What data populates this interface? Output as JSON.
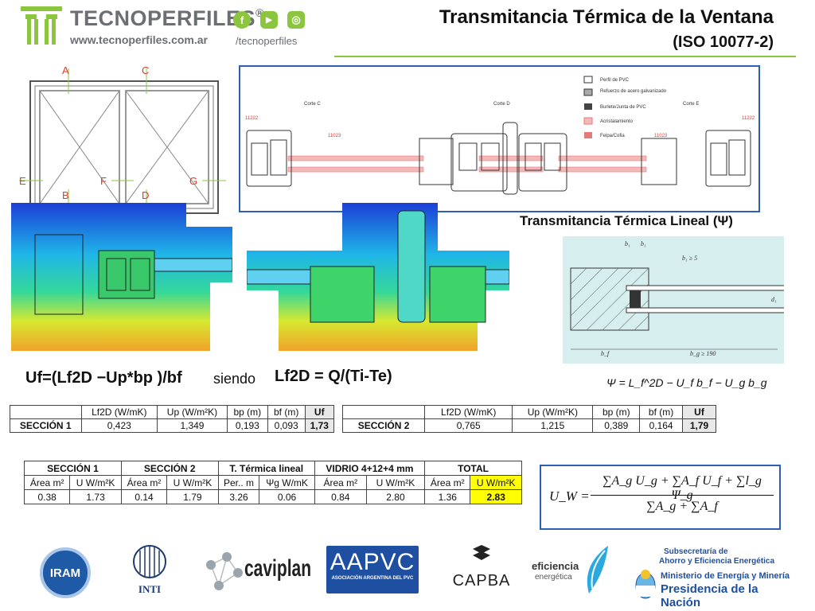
{
  "header": {
    "brand_name": "TECNOPERFILES",
    "reg_mark": "®",
    "website": "www.tecnoperfiles.com.ar",
    "social_handle": "/tecnoperfiles",
    "social_icons": [
      "facebook-icon",
      "youtube-icon",
      "instagram-icon"
    ],
    "social_glyphs": [
      "f",
      "▶",
      "◎"
    ],
    "title_line1": "Transmitancia Térmica de la Ventana",
    "title_line2": "(ISO 10077-2)",
    "accent_color": "#8cc63f"
  },
  "window_drawing": {
    "labels": [
      "A",
      "C",
      "E",
      "F",
      "G",
      "B",
      "D"
    ]
  },
  "section_drawing": {
    "cuts": [
      "Corte C",
      "Corte D",
      "Corte E"
    ],
    "codes": [
      "11222",
      "11023",
      "11023",
      "11222"
    ],
    "legend": [
      "Perfil de PVC",
      "Refuerzo de acero galvanizado",
      "Burlete/Junta de PVC",
      "Acristalamiento",
      "Felpa/Cofia"
    ]
  },
  "linear": {
    "title": "Transmitancia Térmica Lineal (Ψ)",
    "dims": [
      "b₁",
      "b₁",
      "b₁ ≥ 5",
      "d₁",
      "b_f",
      "b_g ≥ 190"
    ],
    "psi_equation": "Ψ = L_f^2D − U_f b_f − U_g b_g"
  },
  "formula": {
    "uf_formula": "Uf=(Lf2D −Up*bp )/bf",
    "siendo": "siendo",
    "l_formula": "Lf2D = Q/(Ti-Te)"
  },
  "table1": {
    "headers": [
      "",
      "Lf2D (W/mK)",
      "Up (W/m²K)",
      "bp (m)",
      "bf (m)",
      "Uf"
    ],
    "row": [
      "SECCIÓN 1",
      "0,423",
      "1,349",
      "0,193",
      "0,093",
      "1,73"
    ]
  },
  "table2": {
    "headers": [
      "",
      "Lf2D (W/mK)",
      "Up (W/m²K)",
      "bp (m)",
      "bf (m)",
      "Uf"
    ],
    "row": [
      "SECCIÓN 2",
      "0,765",
      "1,215",
      "0,389",
      "0,164",
      "1,79"
    ]
  },
  "table3": {
    "groups": [
      "SECCIÓN 1",
      "SECCIÓN 2",
      "T. Térmica lineal",
      "VIDRIO 4+12+4 mm",
      "TOTAL"
    ],
    "subheaders": [
      "Área m²",
      "U W/m²K",
      "Área m²",
      "U W/m²K",
      "Per.. m",
      "Ψg W/mK",
      "Área m²",
      "U W/m²K",
      "Área m²",
      "U W/m²K"
    ],
    "values": [
      "0.38",
      "1.73",
      "0.14",
      "1.79",
      "3.26",
      "0.06",
      "0.84",
      "2.80",
      "1.36",
      "2.83"
    ]
  },
  "uw_formula": {
    "lhs": "U_W =",
    "numerator": "∑A_g U_g + ∑A_f U_f + ∑l_g Ψ_g",
    "denominator": "∑A_g + ∑A_f"
  },
  "footer": {
    "iram": "IRAM",
    "inti": "INTI",
    "caviplan": "caviplan",
    "aapvc": "AAPVC",
    "aapvc_sub": "ASOCIACIÓN ARGENTINA DEL PVC",
    "capba": "CAPBA",
    "eficiencia": "eficiencia",
    "energetica": "energética",
    "sub1": "Subsecretaría de",
    "sub2": "Ahorro y Eficiencia Energética",
    "min1": "Ministerio de Energía y Minería",
    "min2": "Presidencia de la Nación"
  }
}
